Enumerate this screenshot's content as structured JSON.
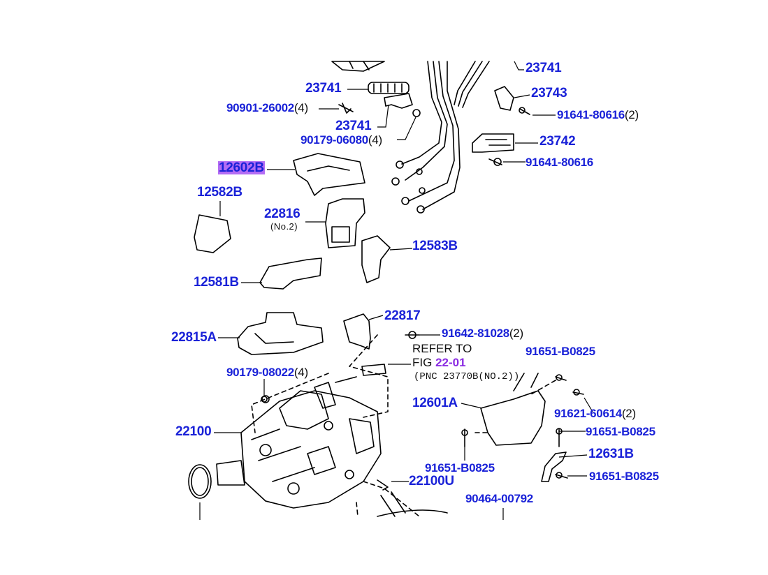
{
  "parts": {
    "p23741_a": "23741",
    "p23741_b": "23741",
    "p23741_c": "23741",
    "p23743": "23743",
    "p91641_80616_a": "91641-80616",
    "p91641_80616_a_qty": "(2)",
    "p90901": "90901-26002",
    "p90901_qty": "(4)",
    "p90179_06080": "90179-06080",
    "p90179_06080_qty": "(4)",
    "p23742": "23742",
    "p91641_80616_b": "91641-80616",
    "p12602B": "12602B",
    "p12582B": "12582B",
    "p22816": "22816",
    "p22816_sub": "(No.2)",
    "p12583B": "12583B",
    "p12581B": "12581B",
    "p22817": "22817",
    "p91642": "91642-81028",
    "p91642_qty": "(2)",
    "p22815A": "22815A",
    "p91651_a": "91651-B0825",
    "p90179_08022": "90179-08022",
    "p90179_08022_qty": "(4)",
    "p12601A": "12601A",
    "p91621": "91621-60614",
    "p91621_qty": "(2)",
    "p22100": "22100",
    "p91651_b": "91651-B0825",
    "p12631B": "12631B",
    "p91651_c": "91651-B0825",
    "p22100U": "22100U",
    "p91651_d": "91651-B0825",
    "p90464": "90464-00792"
  },
  "reference": {
    "line1": "REFER TO",
    "fig_prefix": "FIG ",
    "fig_number": "22-01",
    "pnc_note": "(PNC 23770B(NO.2))"
  },
  "highlight": {
    "part": "12602B",
    "color": "#b36cf4"
  },
  "colors": {
    "label": "#1a22d8",
    "reference": "#8a2be2",
    "line": "#000000"
  }
}
